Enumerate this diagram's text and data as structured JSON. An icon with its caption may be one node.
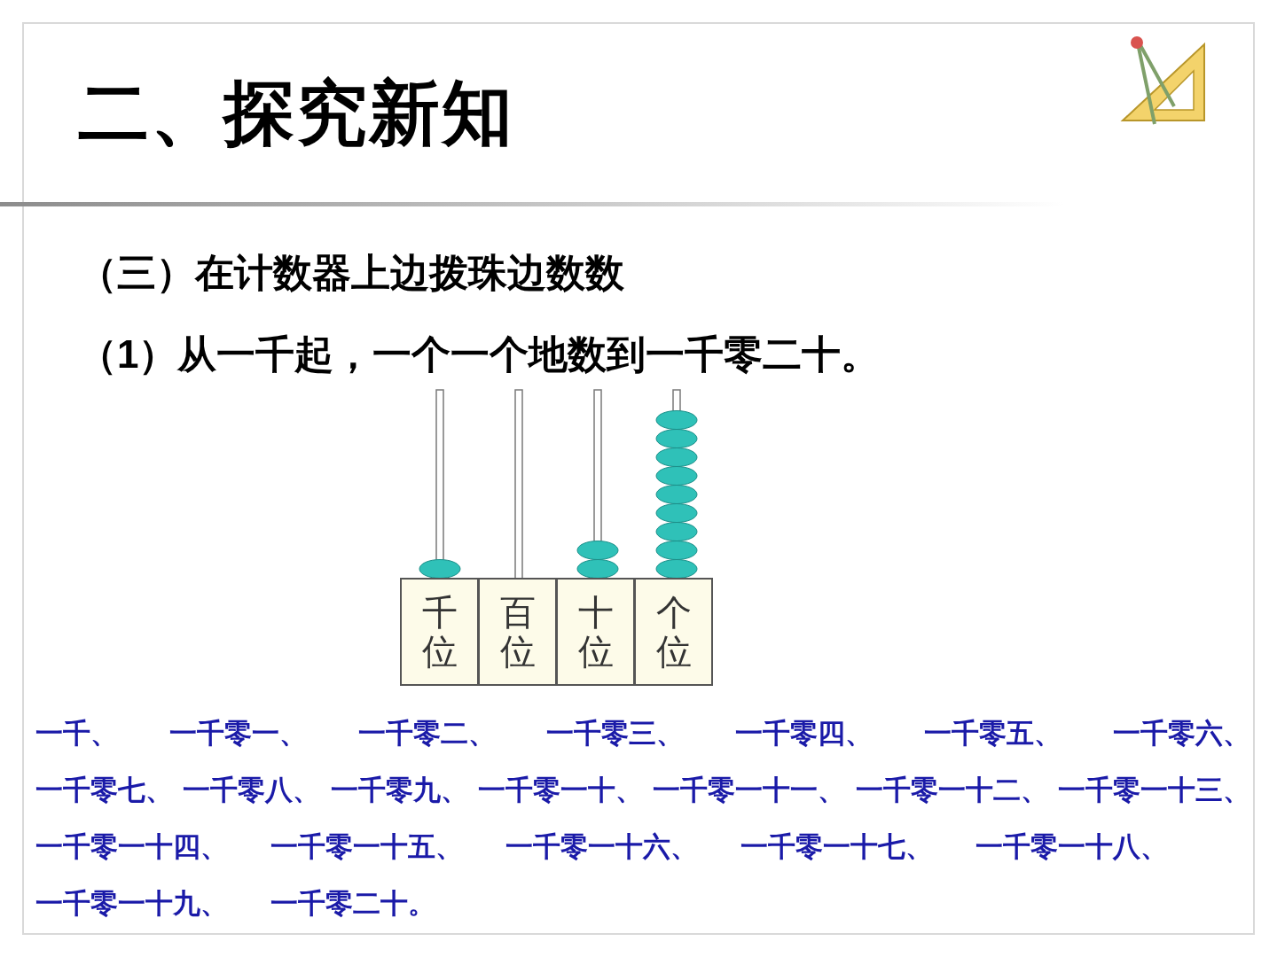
{
  "diagram": {
    "title": "二、探究新知",
    "nodes": [
      {
        "text": [
          "千位"
        ]
      },
      {
        "text": [
          "百位"
        ]
      },
      {
        "text": [
          "十位"
        ]
      },
      {
        "text": [
          "个位"
        ]
      }
    ],
    "edges": [],
    "labels": [
      "（三）在计数器上边拨珠边数数",
      "（1）从一千起，一个一个地数到一千零二十。",
      "一千、",
      "一千零一、",
      "一千零二、",
      "一千零三、",
      "一千零四、",
      "一千零五、",
      "一千零六、",
      "一千零七、",
      "一千零八、",
      "一千零九、",
      "一千零一十、",
      "一千零一十一、",
      "一千零一十二、",
      "一千零一十三、",
      "一千零一十四、",
      "一千零一十五、",
      "一千零一十六、",
      "一千零一十七、",
      "一千零一十八、",
      "一千零一十九、",
      "一千零二十。"
    ]
  }
}
